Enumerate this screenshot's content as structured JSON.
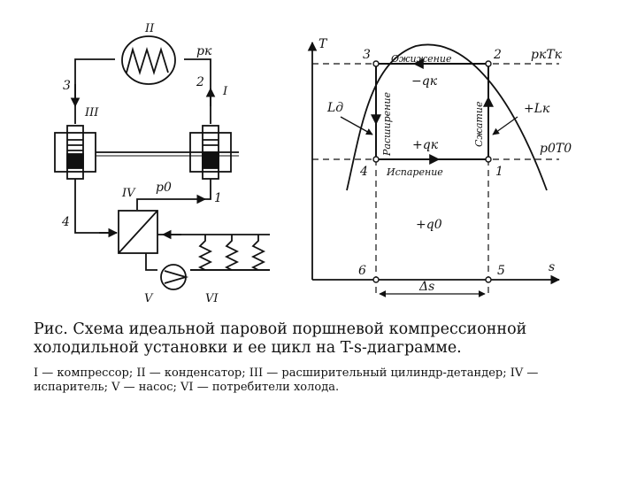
{
  "scheme": {
    "roman": {
      "I": "I",
      "II": "II",
      "III": "III",
      "IV": "IV",
      "V": "V",
      "VI": "VI"
    },
    "points": {
      "p1": "1",
      "p2": "2",
      "p3": "3",
      "p4": "4"
    },
    "pk": "pк",
    "p0": "p0"
  },
  "ts": {
    "axis_t": "T",
    "axis_s": "s",
    "points": {
      "p1": "1",
      "p2": "2",
      "p3": "3",
      "p4": "4",
      "p5": "5",
      "p6": "6"
    },
    "pk_tk": "pкTк",
    "p0_t0": "p0T0",
    "condensation": "Ожижение",
    "expansion": "Расширение",
    "compression": "Сжатие",
    "evaporation": "Испарение",
    "minus_qk": "−qк",
    "plus_qk": "+qк",
    "plus_q0": "+q0",
    "ld": "Lд",
    "plus_lk": "+Lк",
    "delta_s": "Δs"
  },
  "caption": {
    "main": "Рис. Схема идеальной паровой поршневой компрессионной холодильной установки и ее цикл на T-s-диаграмме.",
    "legend": "I — компрессор; II — конденсатор; III — расширительный цилиндр-детандер; IV — испаритель; V — насос; VI — потребители холода."
  }
}
